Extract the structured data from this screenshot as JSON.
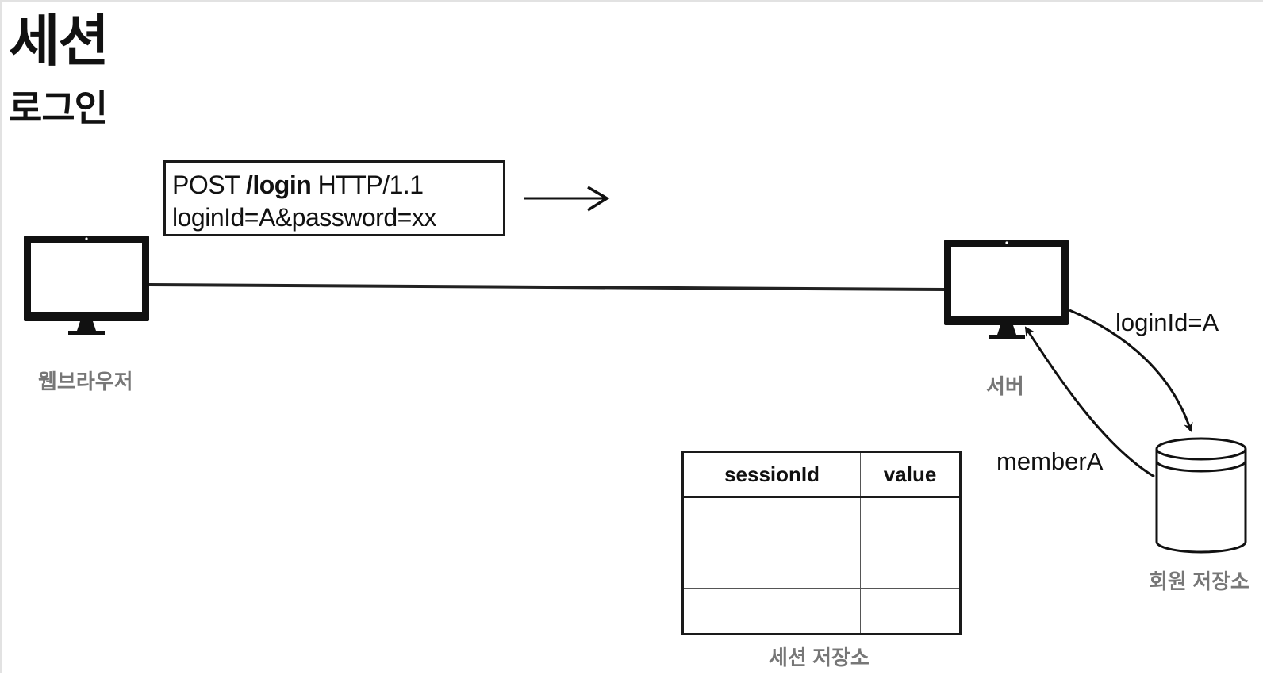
{
  "title": "세션",
  "subtitle": "로그인",
  "request": {
    "method": "POST",
    "path": "/login",
    "protocol": "HTTP/1.1",
    "body": "loginId=A&password=xx"
  },
  "nodes": {
    "browser": {
      "label": "웹브라우저",
      "icon": "monitor-icon"
    },
    "server": {
      "label": "서버",
      "icon": "monitor-icon"
    },
    "member_store": {
      "label": "회원 저장소",
      "icon": "database-cylinder-icon"
    },
    "session_store": {
      "label": "세션 저장소"
    }
  },
  "edges": {
    "server_to_store": "loginId=A",
    "store_to_server": "memberA"
  },
  "session_table": {
    "columns": [
      "sessionId",
      "value"
    ],
    "rows": [
      [
        "",
        ""
      ],
      [
        "",
        ""
      ],
      [
        "",
        ""
      ]
    ]
  }
}
